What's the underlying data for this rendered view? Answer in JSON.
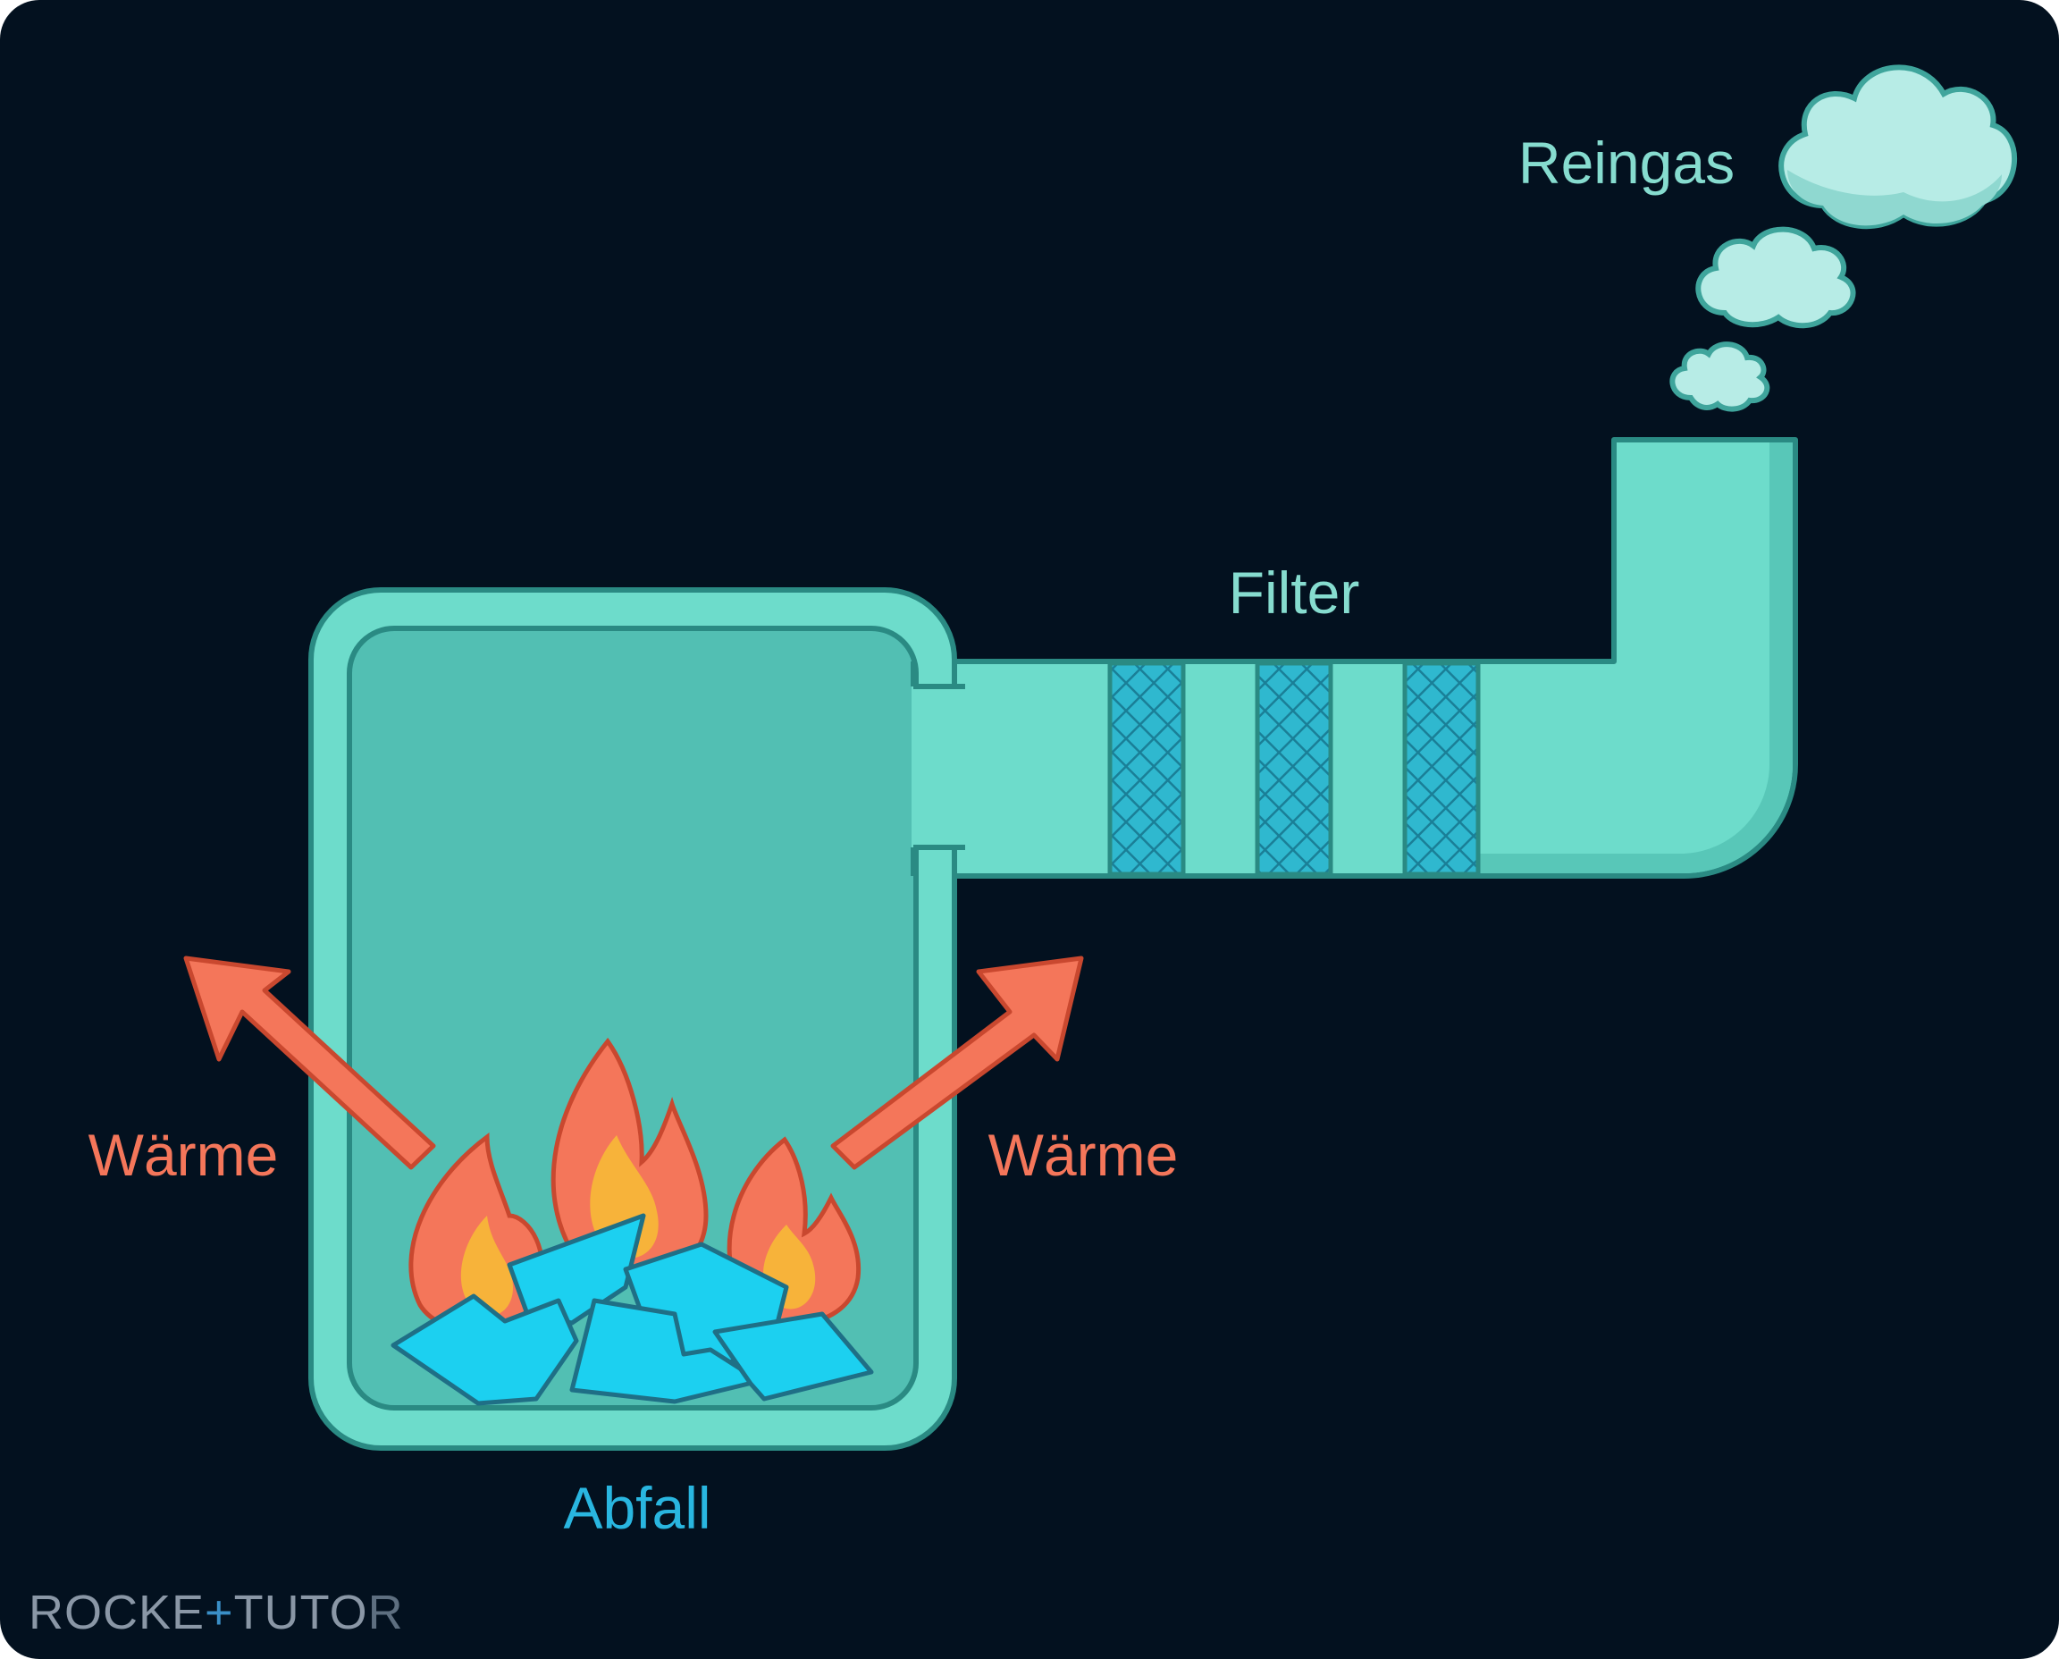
{
  "labels": {
    "clean_gas": "Reingas",
    "filter": "Filter",
    "heat_left": "Wärme",
    "heat_right": "Wärme",
    "waste": "Abfall"
  },
  "watermark": "ROCKETTUTOR",
  "colors": {
    "background": "#03111f",
    "chamber": "#6ddccb",
    "chamber_inner": "#52bfb3",
    "outline": "#2a8a83",
    "filter_mesh": "#2fb8cf",
    "cloud": "#b7ece6",
    "heat": "#f4765a",
    "flame_outer": "#f4765a",
    "flame_inner": "#f7b33a",
    "waste": "#1cd0f0",
    "waste_label": "#29b6e0",
    "label_teal": "#86dccf"
  }
}
